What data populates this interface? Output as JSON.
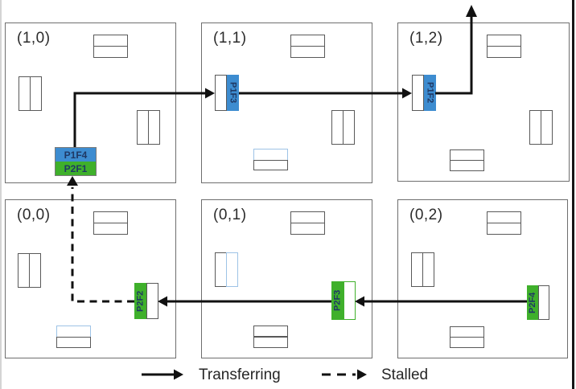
{
  "diagram": {
    "cells": [
      {
        "label": "(1,0)"
      },
      {
        "label": "(1,1)"
      },
      {
        "label": "(1,2)"
      },
      {
        "label": "(0,0)"
      },
      {
        "label": "(0,1)"
      },
      {
        "label": "(0,2)"
      }
    ],
    "flits": {
      "p1f4": "P1F4",
      "p2f1": "P2F1",
      "p1f3": "P1F3",
      "p1f2": "P1F2",
      "p2f2": "P2F2",
      "p2f3": "P2F3",
      "p2f4": "P2F4"
    },
    "legend": {
      "transferring": "Transferring",
      "stalled": "Stalled"
    }
  },
  "colors": {
    "flit-blue": "#3D8CD0",
    "flit-green": "#3FB02B",
    "accent-lightblue": "#9DC3E6",
    "border-gray": "#595959",
    "chip-text": "#1F3864"
  }
}
